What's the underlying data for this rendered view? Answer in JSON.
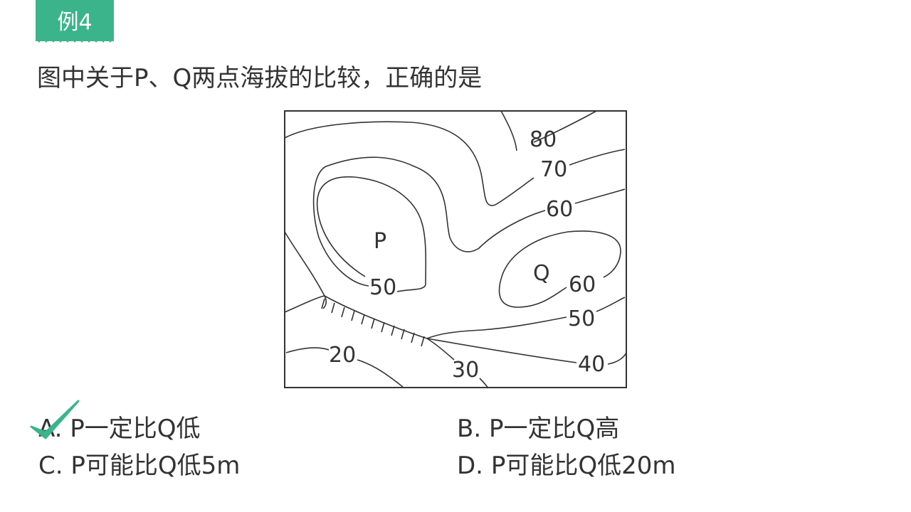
{
  "example_tag": "例4",
  "question": "图中关于P、Q两点海拔的比较，正确的是",
  "map": {
    "points": {
      "p": "P",
      "q": "Q"
    },
    "contour_labels": {
      "c80": "80",
      "c70": "70",
      "c60_top": "60",
      "c60_q": "60",
      "c50_p": "50",
      "c50_right": "50",
      "c40": "40",
      "c30": "30",
      "c20": "20"
    }
  },
  "options": [
    {
      "letter": "A.",
      "text": "P一定比Q低",
      "correct": true
    },
    {
      "letter": "B.",
      "text": "P一定比Q高",
      "correct": false
    },
    {
      "letter": "C.",
      "text": "P可能比Q低5m",
      "correct": false
    },
    {
      "letter": "D.",
      "text": "P可能比Q低20m",
      "correct": false
    }
  ],
  "colors": {
    "accent": "#3cb48b",
    "text": "#333333"
  }
}
